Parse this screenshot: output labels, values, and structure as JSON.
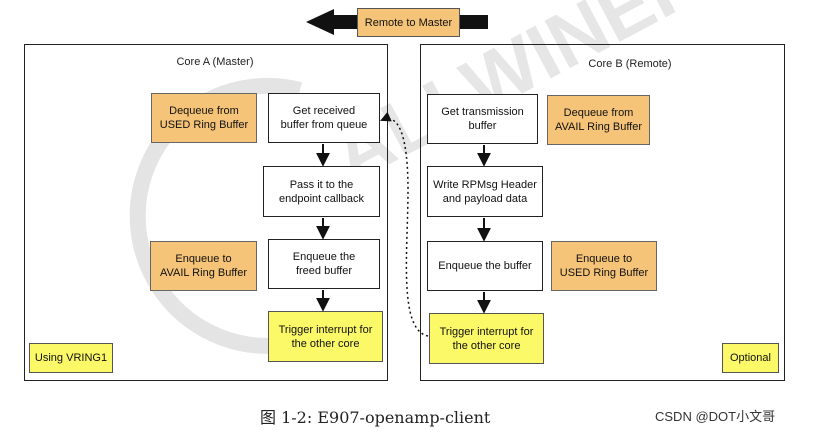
{
  "banner": {
    "label": "Remote to Master"
  },
  "core_a": {
    "title": "Core A (Master)",
    "flow": [
      "Get received\nbuffer from queue",
      "Pass it to the\nendpoint callback",
      "Enqueue the\nfreed buffer",
      "Trigger interrupt for\nthe other core"
    ],
    "notes": [
      "Dequeue from\nUSED Ring Buffer",
      "Enqueue to\nAVAIL Ring Buffer"
    ],
    "tag": "Using VRING1"
  },
  "core_b": {
    "title": "Core B (Remote)",
    "flow": [
      "Get transmission\nbuffer",
      "Write RPMsg Header\nand payload data",
      "Enqueue the buffer",
      "Trigger interrupt for\nthe other core"
    ],
    "notes": [
      "Dequeue from\nAVAIL Ring Buffer",
      "Enqueue to\nUSED Ring Buffer"
    ],
    "tag": "Optional"
  },
  "watermark": "ALLWINER",
  "caption": "图 1-2: E907-openamp-client",
  "credit": "CSDN @DOT小文哥",
  "colors": {
    "note_fill": "#f6c478",
    "trigger_fill": "#fbf968",
    "watermark": "#e4e4e4",
    "stroke": "#222222"
  }
}
